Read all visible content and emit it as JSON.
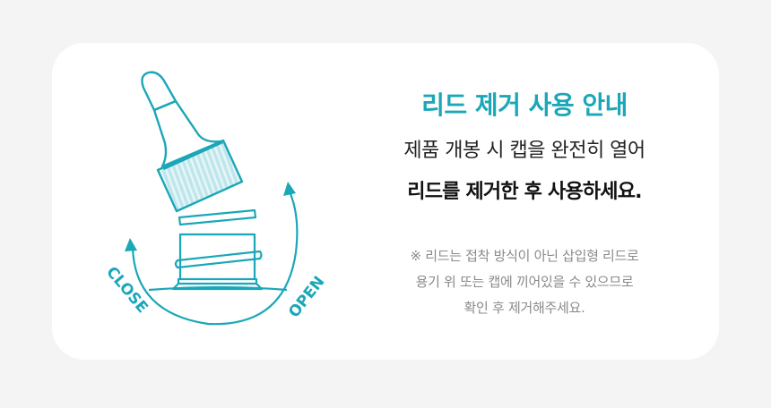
{
  "colors": {
    "accent": "#1aa7b8",
    "page_bg": "#f4f4f4",
    "card_bg": "#ffffff",
    "text_dark": "#222222",
    "text_muted": "#8a8a8a"
  },
  "illustration": {
    "icon": "dropper-cap-open-close-icon",
    "label_close": "CLOSE",
    "label_open": "OPEN"
  },
  "content": {
    "title": "리드 제거 사용 안내",
    "line1": "제품 개봉 시 캡을 완전히 열어",
    "line2": "리드를 제거한 후 사용하세요.",
    "note": [
      "※ 리드는 접착 방식이 아닌 삽입형 리드로",
      "용기 위 또는 캡에 끼어있을 수 있으므로",
      "확인 후 제거해주세요."
    ]
  }
}
